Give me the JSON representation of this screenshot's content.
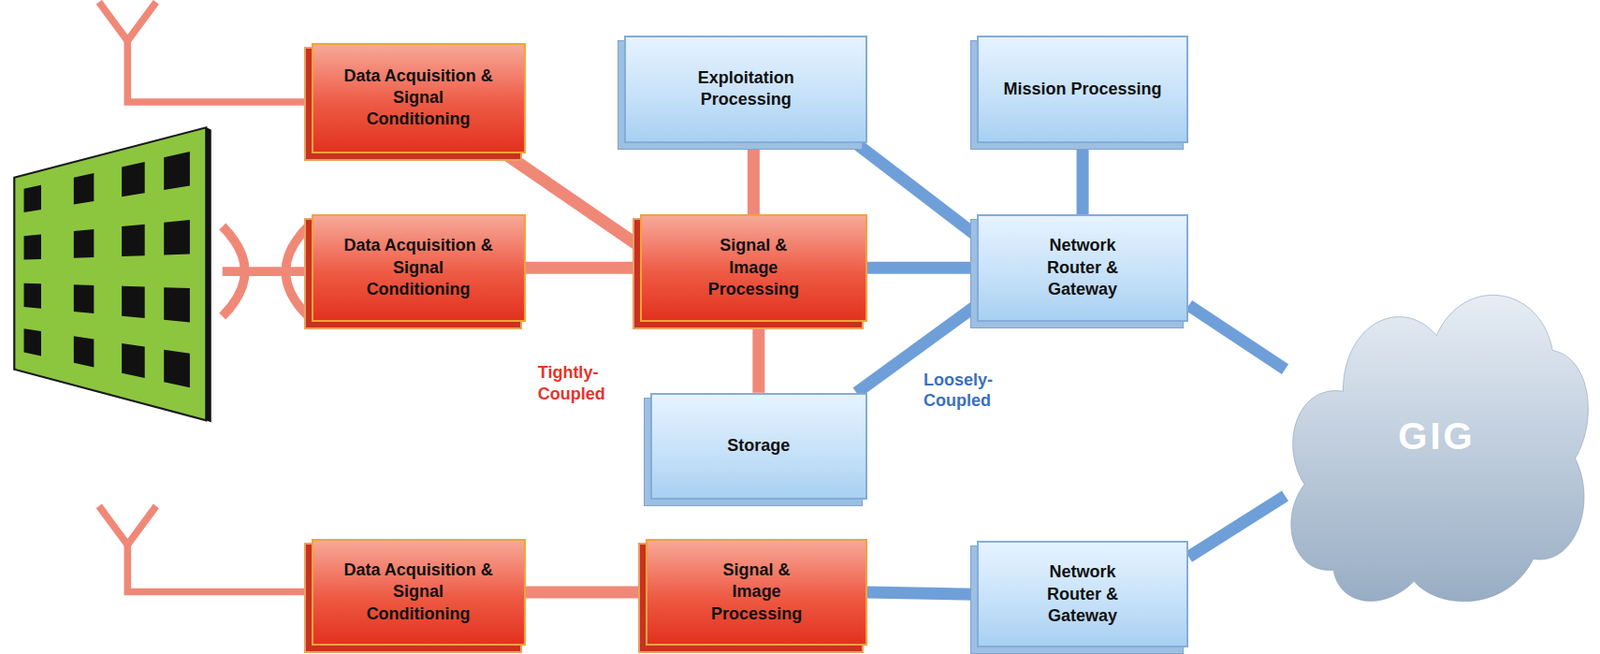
{
  "diagram": {
    "nodes": [
      {
        "text": [
          "Data Acquisition & Signal Conditioning"
        ]
      },
      {
        "text": [
          "Exploitation Processing"
        ]
      },
      {
        "text": [
          "Mission Processing"
        ]
      },
      {
        "text": [
          "Data Acquisition & Signal Conditioning"
        ]
      },
      {
        "text": [
          "Signal & Image Processing"
        ]
      },
      {
        "text": [
          "Network Router & Gateway"
        ]
      },
      {
        "text": [
          "Storage"
        ]
      },
      {
        "text": [
          "GIG"
        ]
      },
      {
        "text": [
          "Data Acquisition & Signal Conditioning"
        ]
      },
      {
        "text": [
          "Signal & Image Processing"
        ]
      },
      {
        "text": [
          "Network Router & Gateway"
        ]
      }
    ],
    "edges": [
      {
        "from": 0,
        "to": 4,
        "arrow": "none"
      },
      {
        "from": 3,
        "to": 4,
        "arrow": "none"
      },
      {
        "from": 1,
        "to": 4,
        "arrow": "none"
      },
      {
        "from": 4,
        "to": 6,
        "arrow": "none"
      },
      {
        "from": 4,
        "to": 5,
        "arrow": "none"
      },
      {
        "from": 1,
        "to": 5,
        "arrow": "none"
      },
      {
        "from": 6,
        "to": 5,
        "arrow": "none"
      },
      {
        "from": 2,
        "to": 5,
        "arrow": "none"
      },
      {
        "from": 5,
        "to": 7,
        "arrow": "none"
      },
      {
        "from": 8,
        "to": 9,
        "arrow": "none"
      },
      {
        "from": 9,
        "to": 10,
        "arrow": "none"
      },
      {
        "from": 10,
        "to": 7,
        "arrow": "none"
      }
    ],
    "labels": [
      "Tightly-Coupled",
      "Loosely-Coupled"
    ]
  }
}
